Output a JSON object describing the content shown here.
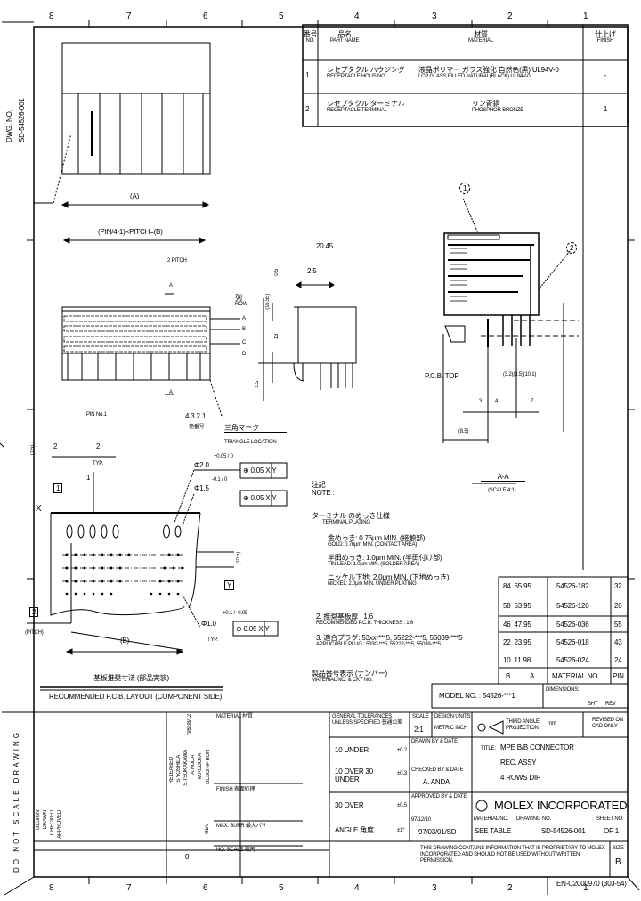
{
  "zones_top": [
    "8",
    "7",
    "6",
    "5",
    "4",
    "3",
    "2",
    "1"
  ],
  "zones_bottom": [
    "8",
    "7",
    "6",
    "5",
    "4",
    "3",
    "2",
    "1"
  ],
  "left_margin": {
    "dwg_no_label": "DWG. NO.",
    "dwg_no": "SD-54526-001",
    "do_not_scale": "DO NOT SCALE DRAWING"
  },
  "parts_table": {
    "headers": [
      {
        "jp": "番号",
        "en": "NO."
      },
      {
        "jp": "品名",
        "en": "PART NAME"
      },
      {
        "jp": "材質",
        "en": "MATERIAL"
      },
      {
        "jp": "仕上げ",
        "en": "FINISH"
      }
    ],
    "rows": [
      {
        "no": "1",
        "name_jp": "レセプタクル ハウジング",
        "name_en": "RECEPTACLE HOUSING",
        "material_jp": "液晶ポリマー ガラス強化 自然色(黒) UL94V-0",
        "material_en": "LCP GLASS FILLED NATURAL(BLACK) UL94V-0",
        "finish": "-"
      },
      {
        "no": "2",
        "name_jp": "レセプタクル ターミナル",
        "name_en": "RECEPTACLE TERMINAL",
        "material_jp": "リン青銅",
        "material_en": "PHOSPHOR BRONZE",
        "finish": "1"
      }
    ]
  },
  "views": {
    "dim_A": "(A)",
    "dim_B": "(PIN/4-1)×PITCH=(B)",
    "pitch": "2 PITCH",
    "section_mark": "A",
    "row_label_jp": "列",
    "row_label_en": "ROW",
    "rows": [
      "A",
      "B",
      "C",
      "D"
    ],
    "side_width": "20.45",
    "side_dim_2": "2.5",
    "side_dim_v1": "0.5",
    "side_dim_v2": "(16.55)",
    "side_dim_v3": "13",
    "side_dim_v4": "1.5",
    "pin_label": "PIN No.1",
    "circuit_no": "4 3 2 1",
    "circuit_jp": "極番号",
    "inspection_jp": "三角マーク",
    "inspection_en": "TRIANGLE LOCATION",
    "pcb_top": "P.C.B. TOP",
    "holes_dim": "(3.2)(3.5)(10.1)",
    "dim_3": "3",
    "dim_4": "4",
    "dim_7": "7",
    "dim_1850": "(8.5)",
    "section_title": "A-A",
    "section_scale": "(SCALE 4:1)",
    "balloon_1": "1",
    "balloon_2": "2"
  },
  "pcb_layout": {
    "dim_2": "2",
    "dim_2_typ": "2",
    "typ": "TYP.",
    "dim_1": "1",
    "dim_left": "(1.5)",
    "hole1": "Φ2.0",
    "hole1_tol": "+0.05 / 0",
    "hole2": "Φ1.5",
    "hole2_tol": "-0.1 / 0",
    "pos_tol1": "⊕ 0.05 X Y",
    "pos_tol2": "⊕ 0.05 X Y",
    "pos_tol3": "⊕ 0.05 X Y",
    "hole3": "Φ1.0",
    "hole3_tol": "+0.1 / -0.05",
    "dim_pitch": "2",
    "pitch_label": "(PITCH)",
    "dim_B": "(B)",
    "datum_x": "X",
    "datum_y": "Y",
    "side_dim": "(10.5)",
    "title_jp": "基板推奨寸法 (部品実装)",
    "title_en": "RECOMMENDED P.C.B. LAYOUT (COMPONENT SIDE)"
  },
  "notes": {
    "heading_jp": "注記",
    "heading_en": "NOTE :",
    "n1_jp": "ターミナル のめっき仕様",
    "n1_en": "TERMINAL PLATING",
    "n1a_jp": "金めっき: 0.76μm MIN. (接触部)",
    "n1a_en": "GOLD: 0.76μm MIN. (CONTACT AREA)",
    "n1b_jp": "半田めっき: 1.0μm MIN. (半田付け部)",
    "n1b_en": "TIN-LEAD: 1.0μm MIN. (SOLDER AREA)",
    "n1c_jp": "ニッケル下地: 2.0μm MIN. (下地めっき)",
    "n1c_en": "NICKEL: 2.0μm MIN. UNDER PLATING",
    "n2_jp": "2. 推奨基板厚 : 1.6",
    "n2_en": "RECOMMENDED P.C.B. THICKNESS : 1.6",
    "n3_jp": "3. 適合プラグ: 53xx-***5, 55222-***5, 55039-***5",
    "n3_en": "APPLICABLE PLUG : 5330-***5, 55222-***5, 55039-***5",
    "n4_jp": "製品番号表示 (ナンバー)",
    "n4_en": "MATERIAL NO. & CKT NO."
  },
  "variant_table": {
    "headers": [
      "B",
      "A",
      "MATERIAL NO.",
      "PIN"
    ],
    "rows": [
      [
        "84",
        "65.95",
        "54526-182",
        "32"
      ],
      [
        "58",
        "53.95",
        "54526-120",
        "20"
      ],
      [
        "46",
        "47.95",
        "54526-036",
        "55"
      ],
      [
        "22",
        "23.95",
        "54526-018",
        "43"
      ],
      [
        "10",
        "11.98",
        "54526-024",
        "24"
      ]
    ]
  },
  "model_no": "MODEL NO. : 54526-***1",
  "title_block": {
    "dimensions_label": "DIMENSIONS:",
    "sht_label": "SHT",
    "rev_label": "REV",
    "general_tolerances": "GENERAL TOLERANCES UNLESS SPECIFIED",
    "general_tolerances_jp": "普通公差",
    "scale_label": "SCALE",
    "scale_value": "2:1",
    "design_units_label": "DESIGN UNITS",
    "design_units_value": "METRIC",
    "design_units_alt": "INCH",
    "projection": "THIRD ANGLE PROJECTION",
    "units_note": "mm",
    "revised_on": "REVISED ON CAD ONLY",
    "tol_rows": [
      {
        "range": "10 UNDER",
        "value": "±0.2"
      },
      {
        "range": "10 OVER 30 UNDER",
        "value": "±0.3"
      },
      {
        "range": "30 OVER",
        "value": "±0.5"
      },
      {
        "range": "ANGLE 角度",
        "value": "±1°"
      }
    ],
    "drawn_label": "DRAWN BY & DATE",
    "checked_label": "CHECKED BY & DATE",
    "checked_value": "A. ANDA",
    "approved_label": "APPROVED BY & DATE",
    "doc_no": "97/12/10",
    "date_code": "97/03/01/SD",
    "title_label": "TITLE:",
    "title_lines": [
      "MPE B/B CONNECTOR",
      "REC. ASSY",
      "4 ROWS DIP"
    ],
    "company": "MOLEX INCORPORATED",
    "material_no_label": "MATERIAL NO.",
    "material_no": "SEE TABLE",
    "drawing_no_label": "DRAWING NO.",
    "drawing_no": "SD-54526-001",
    "sheet_label": "SHEET NO.",
    "sheet": "OF 1",
    "proprietary": "THIS DRAWING CONTAINS INFORMATION THAT IS PROPRIETARY TO MOLEX INCORPORATED AND SHOULD NOT BE USED WITHOUT WRITTEN PERMISSION.",
    "size_label": "SIZE",
    "size": "B",
    "form_no": "EN-C2000970 (30J-54)",
    "material_label": "MATERIAL 材質",
    "finish_label": "FINISH 表面処理",
    "burr_label": "MAX. BURR 最大バリ",
    "nrc_label": "NO. SCALE 縮尺",
    "rev_col": "REV",
    "rev_value": "0",
    "description_label": "DESCRIPTION",
    "history": [
      "RELEASED",
      "S.YOSHIDA",
      "S.TSUKAKAWA",
      "A.NODA",
      "M.KUBOTA",
      "'98/08/12"
    ],
    "sign_cols": [
      "DESIGN",
      "DRAWN",
      "CHECKED",
      "APPROVED"
    ]
  }
}
